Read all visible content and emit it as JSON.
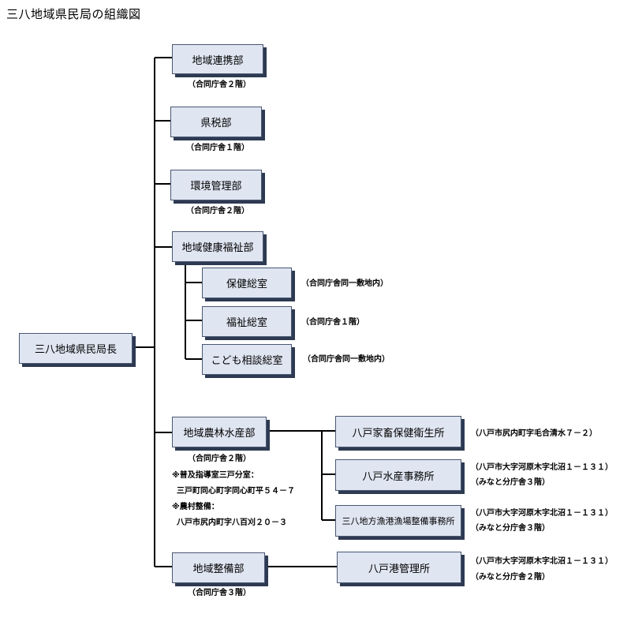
{
  "title": "三八地域県民局の組織図",
  "head": "三八地域県民局長",
  "departments": [
    {
      "name": "地域連携部",
      "location": "（合同庁舎２階）"
    },
    {
      "name": "県税部",
      "location": "（合同庁舎１階）"
    },
    {
      "name": "環境管理部",
      "location": "（合同庁舎２階）"
    },
    {
      "name": "地域健康福祉部"
    },
    {
      "name": "地域農林水産部",
      "location": "（合同庁舎２階）"
    },
    {
      "name": "地域整備部",
      "location": "（合同庁舎３階）"
    }
  ],
  "welfare_offices": [
    {
      "name": "保健総室",
      "location": "（合同庁舎同一敷地内）"
    },
    {
      "name": "福祉総室",
      "location": "（合同庁舎１階）"
    },
    {
      "name": "こども相談総室",
      "location": "（合同庁舎同一敷地内）"
    }
  ],
  "agri_notes": [
    "※普及指導室三戸分室：",
    "三戸町同心町字同心町平５４－７",
    "※農村整備：",
    "八戸市尻内町字八百刈２０－３"
  ],
  "agri_offices": [
    {
      "name": "八戸家畜保健衛生所",
      "address": [
        "（八戸市尻内町字毛合清水７－２）"
      ]
    },
    {
      "name": "八戸水産事務所",
      "address": [
        "（八戸市大字河原木字北沼１－１３１）",
        "（みなと分庁舎３階）"
      ]
    },
    {
      "name": "三八地方漁港漁場整備事務所",
      "address": [
        "（八戸市大字河原木字北沼１－１３１）",
        "（みなと分庁舎３階）"
      ]
    }
  ],
  "port_office": {
    "name": "八戸港管理所",
    "address": [
      "（八戸市大字河原木字北沼１－１３１）",
      "（みなと分庁舎２階）"
    ]
  },
  "colors": {
    "box_fill": "#dfe5f1",
    "box_border": "#4a5872",
    "shadow": "#2e3a52",
    "line": "#000000"
  }
}
